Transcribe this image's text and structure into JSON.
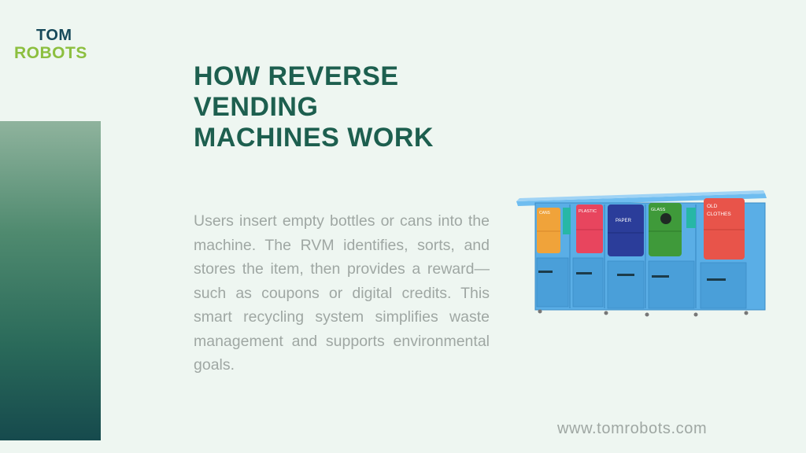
{
  "brand": {
    "line1": "TOM",
    "line2": "ROBOTS"
  },
  "title": {
    "line1": "HOW REVERSE",
    "line2": "VENDING",
    "line3": "MACHINES WORK"
  },
  "body": "Users insert empty bottles or cans into the machine. The RVM identifies, sorts, and stores the item, then provides a reward—such as coupons or digital credits. This smart recycling system simplifies waste management and supports environmental goals.",
  "machine": {
    "bins": [
      {
        "label": "CANS",
        "color": "#f0a33a"
      },
      {
        "label": "PLASTIC",
        "color": "#e8455e"
      },
      {
        "label": "PAPER",
        "color": "#2b3d9a"
      },
      {
        "label": "GLASS",
        "color": "#3f9a3a"
      },
      {
        "label": "OLD",
        "label2": "CLOTHES",
        "color": "#e8544a"
      }
    ],
    "body_color": "#5aaee6"
  },
  "footer": {
    "url": "www.tomrobots.com"
  }
}
